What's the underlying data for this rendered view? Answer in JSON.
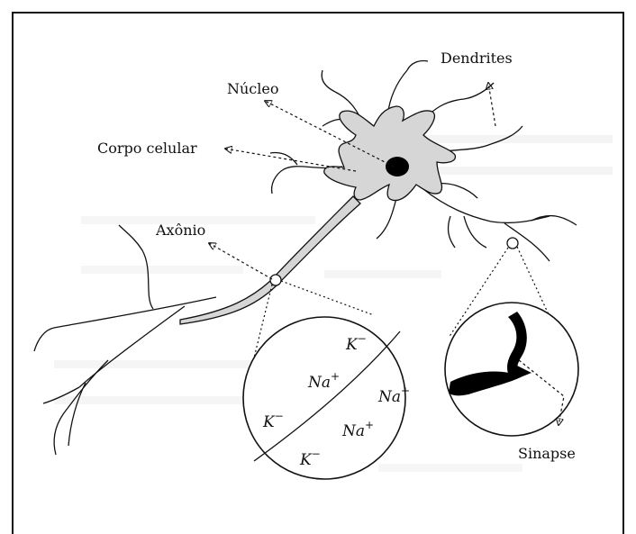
{
  "labels": {
    "dendrites": "Dendrites",
    "nucleus": "Núcleo",
    "cell_body": "Corpo celular",
    "axon": "Axônio",
    "synapse": "Sinapse"
  },
  "ions": {
    "k1": {
      "base": "K",
      "sup": "−"
    },
    "na1": {
      "base": "Na",
      "sup": "+"
    },
    "na2": {
      "base": "Na",
      "sup": "+"
    },
    "k2": {
      "base": "K",
      "sup": "−"
    },
    "na3": {
      "base": "Na",
      "sup": "+"
    },
    "k3": {
      "base": "K",
      "sup": "−"
    }
  },
  "colors": {
    "cell_fill": "#d6d6d6",
    "ink": "#111111",
    "nucleus": "#000000"
  }
}
